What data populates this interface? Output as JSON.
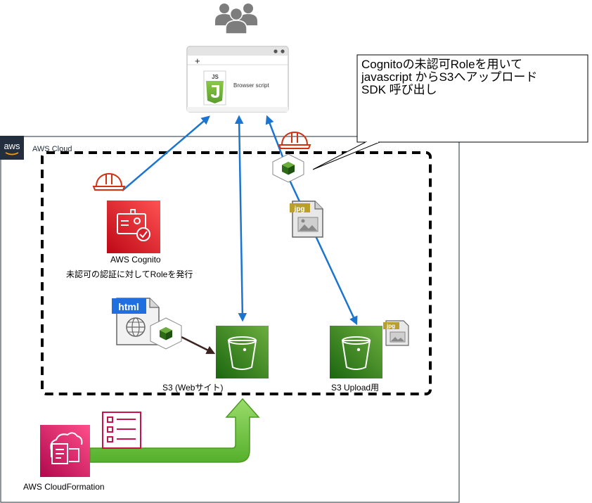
{
  "cloud": {
    "title": "AWS Cloud",
    "logo_text": "aws"
  },
  "browser": {
    "tab_plus": "+",
    "js_badge": "JS",
    "script_label": "Browser script"
  },
  "callout": {
    "lines": [
      "Cognitoの未認可Roleを用いて",
      "javascript からS3へアップロード",
      "SDK 呼び出し"
    ]
  },
  "cognito": {
    "name": "AWS Cognito",
    "note": "未認可の認証に対してRoleを発行"
  },
  "s3_web": {
    "label": "S3 (Webサイト)"
  },
  "s3_upload": {
    "label": "S3 Upload用"
  },
  "html_file": {
    "tag": "html"
  },
  "jpg_file": {
    "tag": "jpg"
  },
  "jpg_small": {
    "tag": "jpg"
  },
  "cloudformation": {
    "label": "AWS CloudFormation"
  },
  "icons": [
    "users-icon",
    "browser-window-icon",
    "javascript-file-icon",
    "helmet-icon",
    "cognito-icon",
    "sdk-cube-icon",
    "jpg-file-icon",
    "html-file-icon",
    "s3-bucket-icon",
    "cloudformation-icon",
    "template-list-icon"
  ],
  "colors": {
    "arrow_blue": "#1b75d0",
    "s3_green": "#3f8624",
    "cognito_red": "#dd344c",
    "cfn_pink": "#e7157b",
    "helmet_red": "#d13212",
    "flow_green": "#6cc04a"
  }
}
